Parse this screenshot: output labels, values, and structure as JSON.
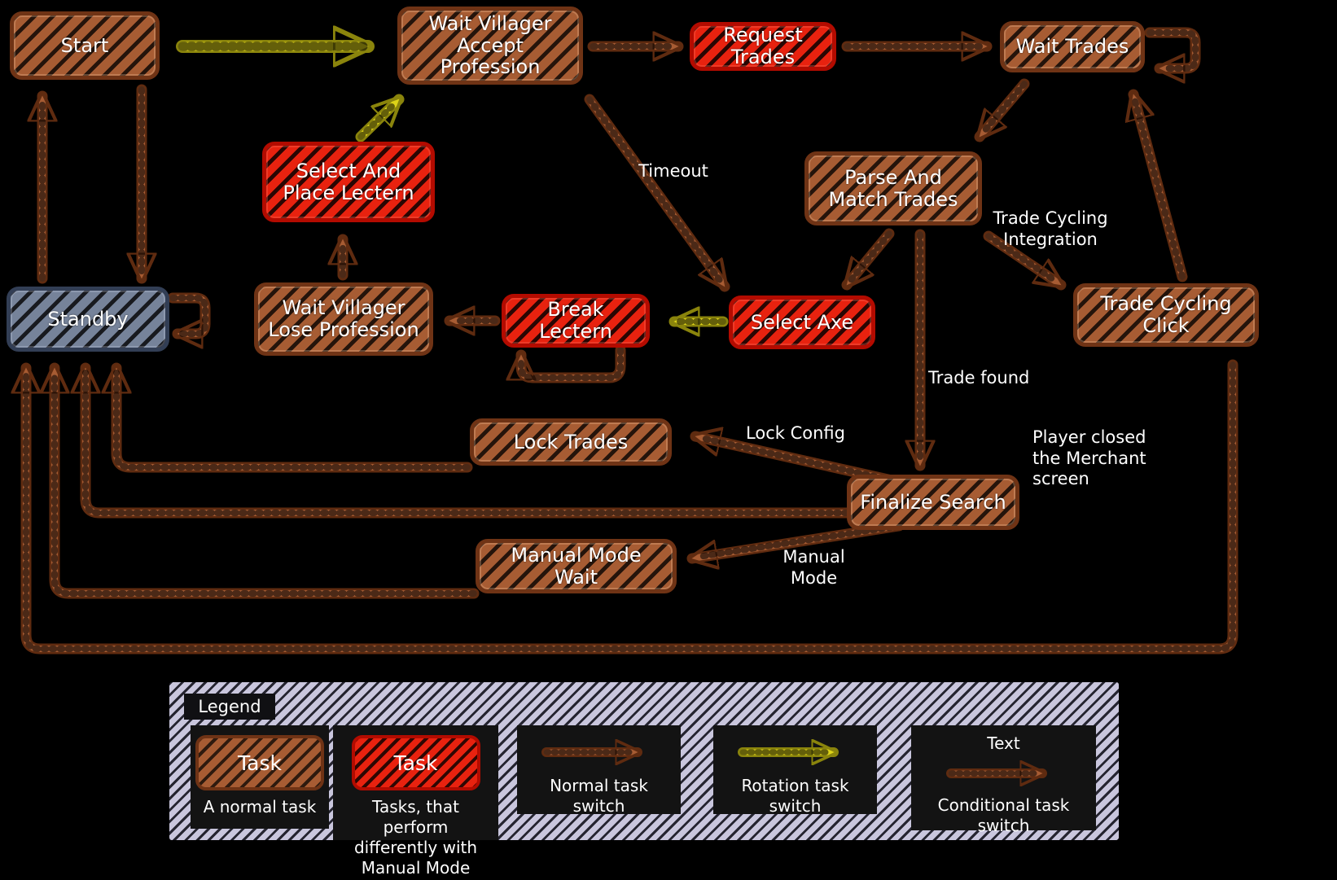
{
  "diagram": {
    "nodes": {
      "start": {
        "label": "Start",
        "type": "normal"
      },
      "wait_villager_accept_profession": {
        "label": "Wait Villager Accept Profession",
        "type": "normal"
      },
      "request_trades": {
        "label": "Request Trades",
        "type": "manual"
      },
      "wait_trades": {
        "label": "Wait Trades",
        "type": "normal"
      },
      "select_and_place_lectern": {
        "label": "Select And Place Lectern",
        "type": "manual"
      },
      "parse_and_match_trades": {
        "label": "Parse And Match Trades",
        "type": "normal"
      },
      "standby": {
        "label": "Standby",
        "type": "standby"
      },
      "wait_villager_lose_profession": {
        "label": "Wait Villager Lose Profession",
        "type": "normal"
      },
      "break_lectern": {
        "label": "Break Lectern",
        "type": "manual"
      },
      "select_axe": {
        "label": "Select Axe",
        "type": "manual"
      },
      "trade_cycling_click": {
        "label": "Trade Cycling Click",
        "type": "normal"
      },
      "lock_trades": {
        "label": "Lock Trades",
        "type": "normal"
      },
      "finalize_search": {
        "label": "Finalize Search",
        "type": "normal"
      },
      "manual_mode_wait": {
        "label": "Manual Mode Wait",
        "type": "normal"
      }
    },
    "edge_labels": {
      "timeout": "Timeout",
      "trade_cycling_integration": "Trade Cycling Integration",
      "trade_found": "Trade found",
      "lock_config": "Lock Config",
      "player_closed_merchant": "Player closed the Merchant screen",
      "manual_mode": "Manual Mode"
    },
    "colors": {
      "background": "#000000",
      "normal_task_fill": "#a75c33",
      "normal_task_border": "#6f3315",
      "manual_task_fill": "#e8220f",
      "manual_task_border": "#b30b00",
      "standby_fill": "#76839a",
      "standby_border": "#323e55",
      "rotation_arrow": "#ddd318",
      "normal_arrow": "#a75c33",
      "legend_background": "#c9c6dd",
      "text": "#ffffff"
    }
  },
  "legend": {
    "title": "Legend",
    "items": [
      {
        "swatch_label": "Task",
        "caption": "A normal task"
      },
      {
        "swatch_label": "Task",
        "caption": "Tasks, that perform differently with Manual Mode"
      },
      {
        "caption": "Normal task switch"
      },
      {
        "caption": "Rotation task switch"
      },
      {
        "text_label": "Text",
        "caption": "Conditional task switch"
      }
    ]
  }
}
